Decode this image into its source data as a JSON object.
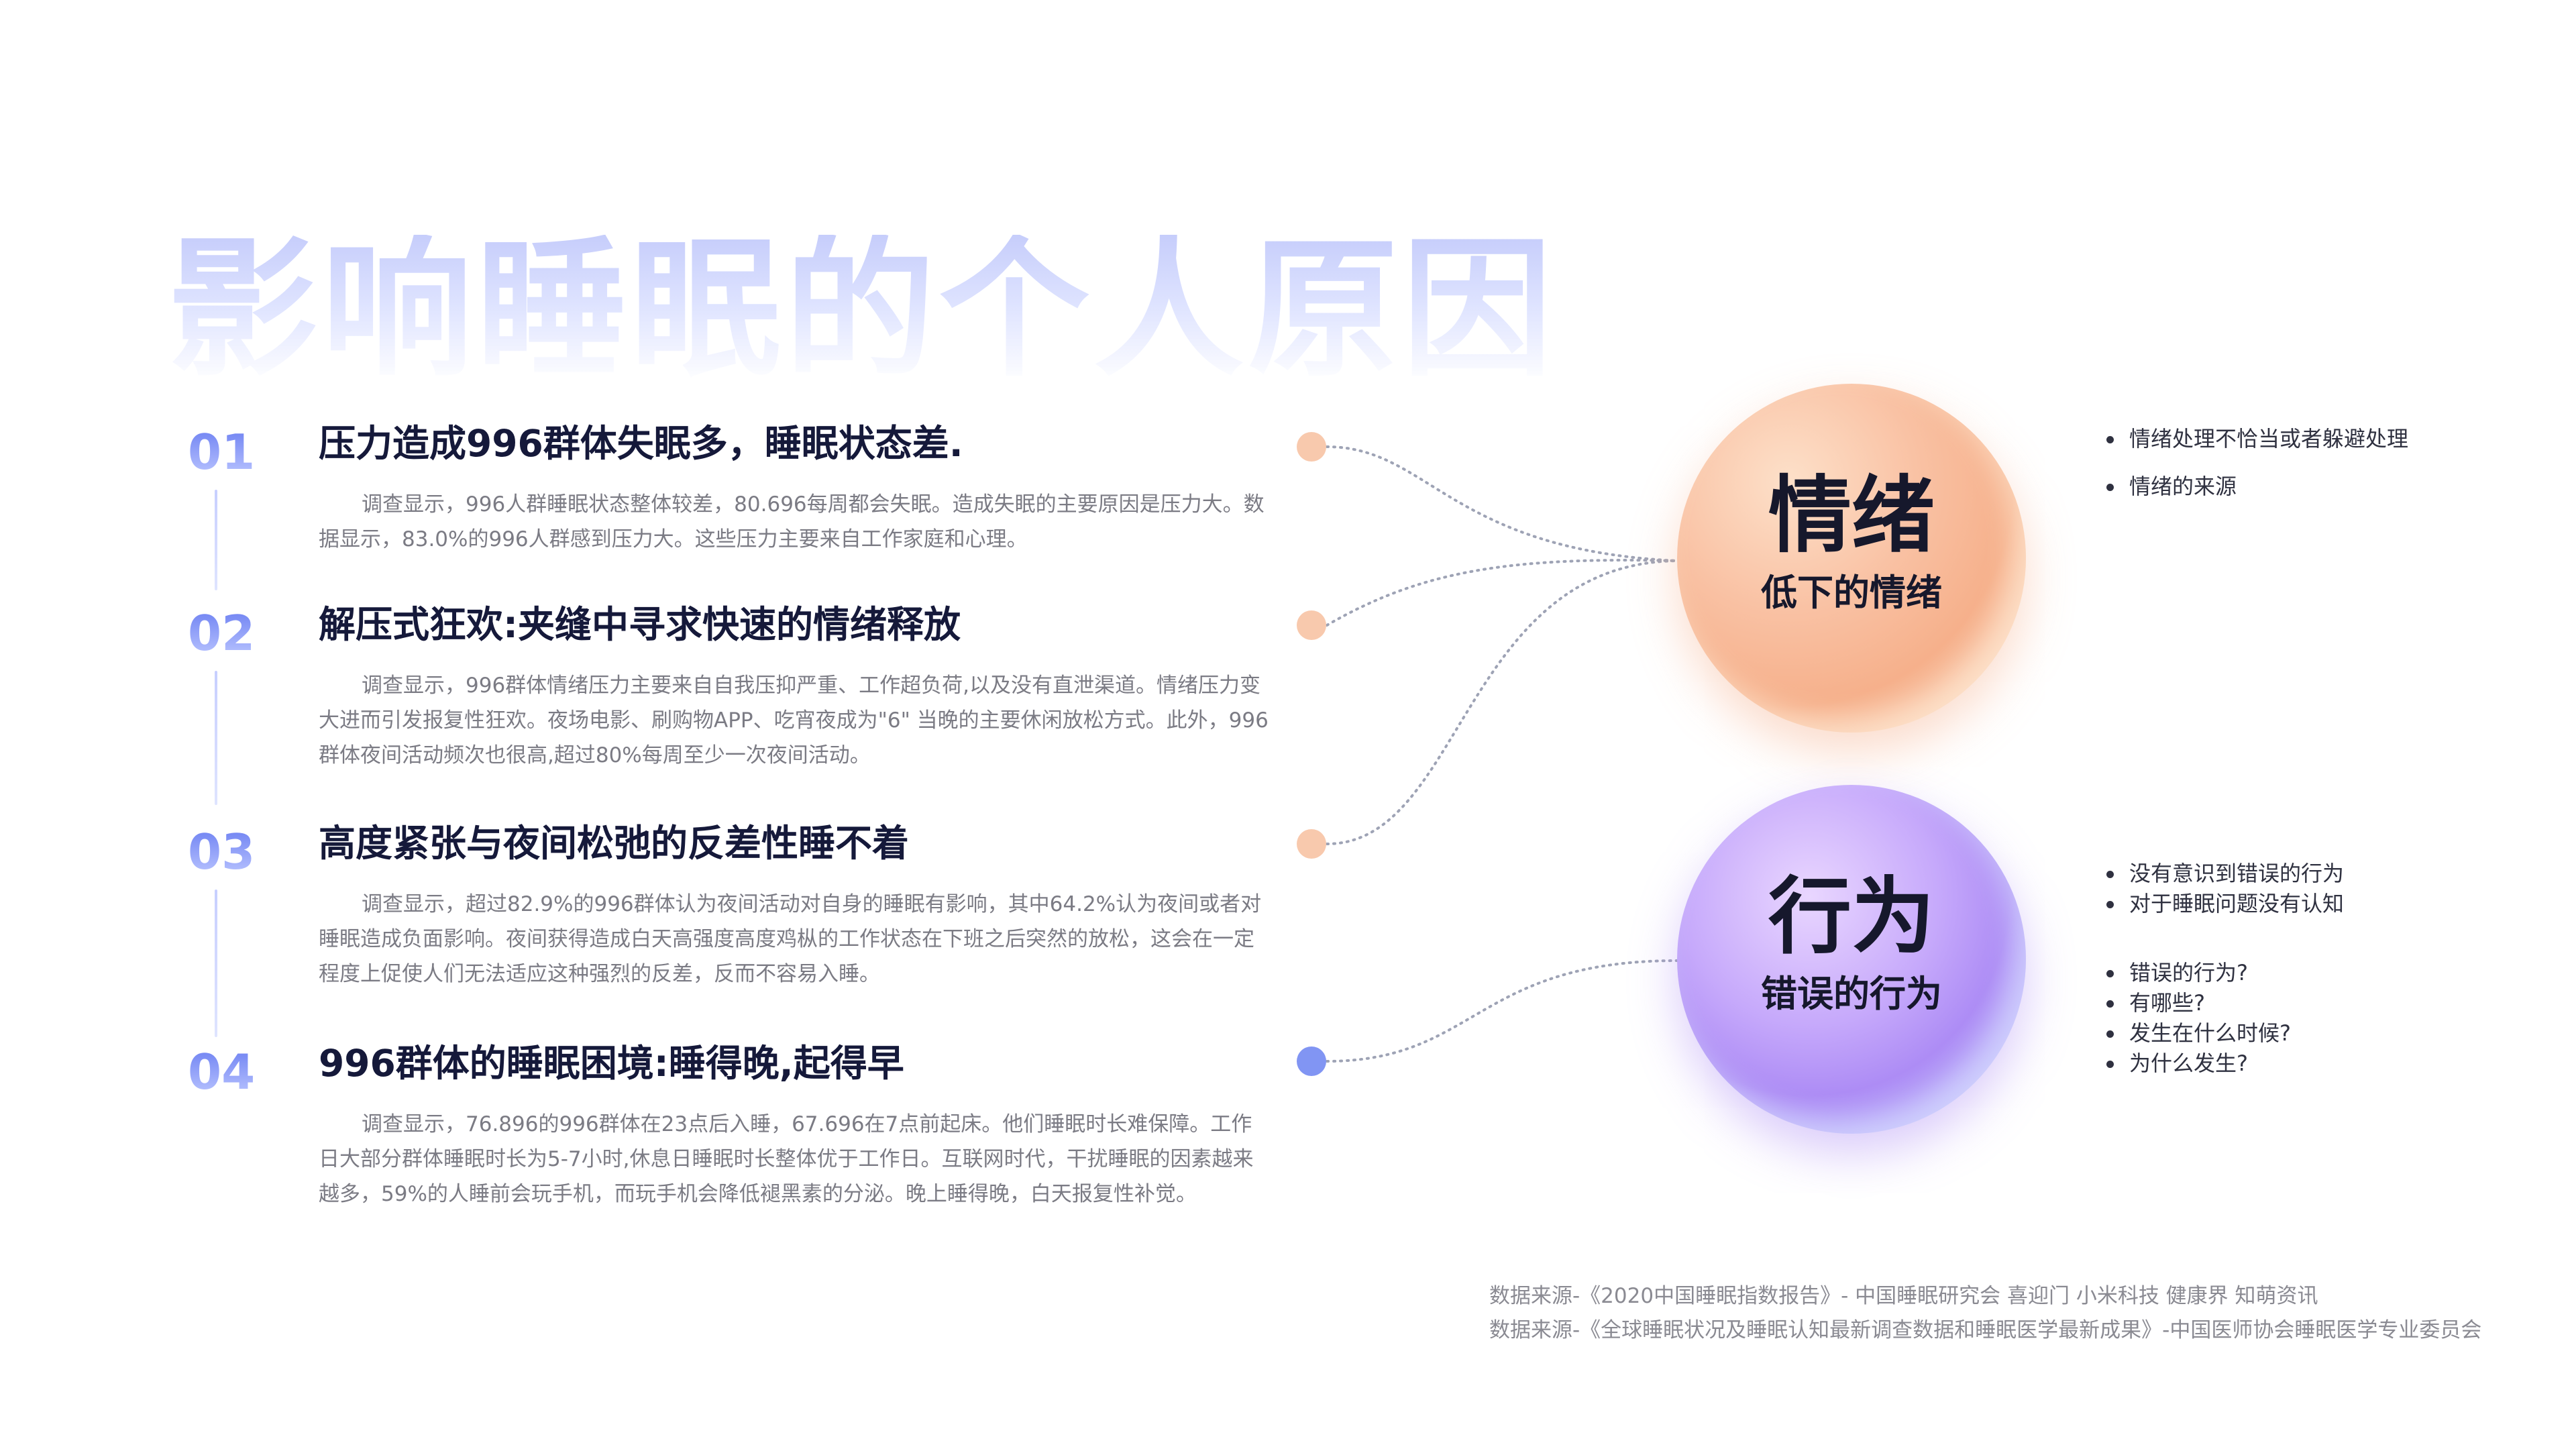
{
  "title": "影响睡眠的个人原因",
  "items": [
    {
      "num": "01",
      "heading": "压力造成996群体失眠多，睡眠状态差.",
      "body": "调查显示，996人群睡眠状态整体较差，80.696每周都会失眠。造成失眠的主要原因是压力大。数据显示，83.0%的996人群感到压力大。这些压力主要来自工作家庭和心理。"
    },
    {
      "num": "02",
      "heading": "解压式狂欢:夹缝中寻求快速的情绪释放",
      "body": "调查显示，996群体情绪压力主要来自自我压抑严重、工作超负荷,以及没有直泄渠道。情绪压力变大进而引发报复性狂欢。夜场电影、刷购物APP、吃宵夜成为\"6\" 当晚的主要休闲放松方式。此外，996群体夜间活动频次也很高,超过80%每周至少一次夜间活动。"
    },
    {
      "num": "03",
      "heading": "高度紧张与夜间松弛的反差性睡不着",
      "body": "调查显示，超过82.9%的996群体认为夜间活动对自身的睡眠有影响，其中64.2%认为夜间或者对睡眠造成负面影响。夜间获得造成白天高强度高度鸡枞的工作状态在下班之后突然的放松，这会在一定程度上促使人们无法适应这种强烈的反差，反而不容易入睡。"
    },
    {
      "num": "04",
      "heading": "996群体的睡眠困境:睡得晚,起得早",
      "body": "调查显示，76.896的996群体在23点后入睡，67.696在7点前起床。他们睡眠时长难保障。工作日大部分群体睡眠时长为5-7小时,休息日睡眠时长整体优于工作日。互联网时代，干扰睡眠的因素越来越多，59%的人睡前会玩手机，而玩手机会降低褪黑素的分泌。晚上睡得晚，白天报复性补觉。"
    }
  ],
  "circles": [
    {
      "big": "情绪",
      "small": "低下的情绪",
      "color": "#f7b690"
    },
    {
      "big": "行为",
      "small": "错误的行为",
      "color": "#b295f7"
    }
  ],
  "bullets_emotion": [
    "情绪处理不恰当或者躲避处理",
    "情绪的来源"
  ],
  "bullets_behavior_a": [
    "没有意识到错误的行为",
    "对于睡眠问题没有认知"
  ],
  "bullets_behavior_b": [
    "错误的行为?",
    "有哪些?",
    "发生在什么时候?",
    "为什么发生?"
  ],
  "sources": [
    "数据来源-《2020中国睡眠指数报告》- 中国睡眠研究会 喜迎门 小米科技 健康界 知萌资讯",
    "数据来源-《全球睡眠状况及睡眠认知最新调查数据和睡眠医学最新成果》-中国医师协会睡眠医学专业委员会"
  ],
  "colors": {
    "accent": "#7e8ff5",
    "peach": "#f8c9ad",
    "node_blue": "#8195f3"
  }
}
